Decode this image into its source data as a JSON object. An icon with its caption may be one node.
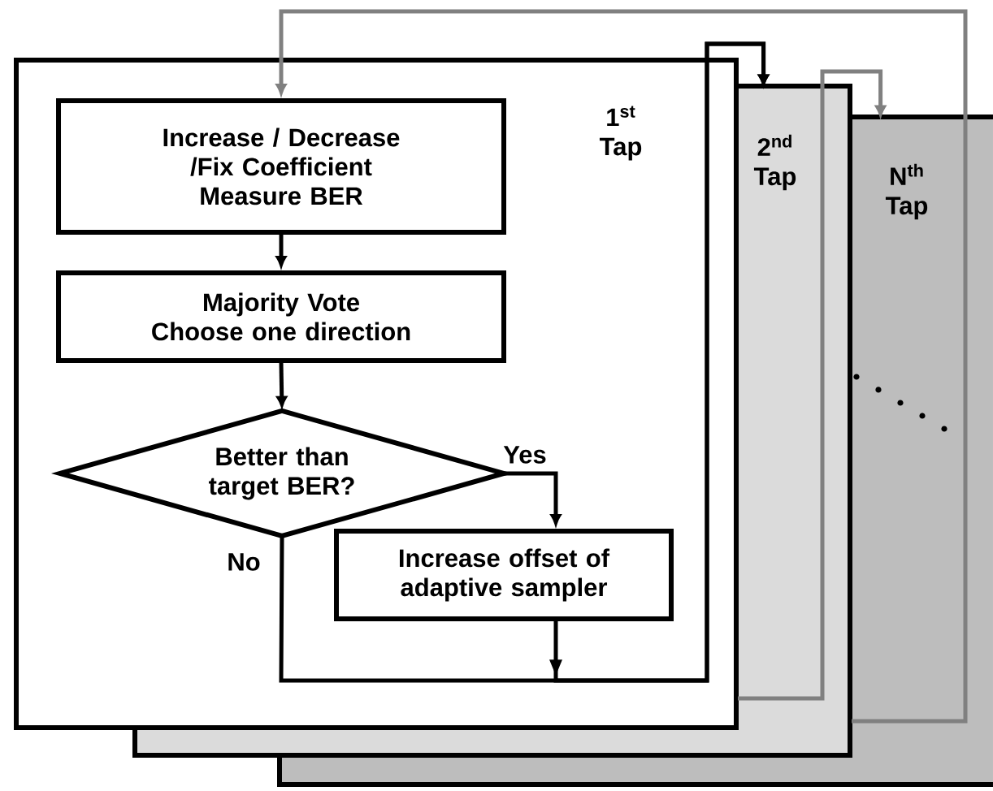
{
  "diagram": {
    "nodes": [
      {
        "text": [
          "1$^{st}$ Tap"
        ]
      },
      {
        "text": [
          "Increase / Decrease /Fix Coefficient",
          "Measure BER"
        ],
        "in": 0
      },
      {
        "text": [
          "Majority Vote",
          "Choose one direction"
        ],
        "in": 0
      },
      {
        "text": [
          "Better than target BER?"
        ],
        "in": 0
      },
      {
        "text": [
          "Increase offset of adaptive sampler"
        ],
        "in": 0
      },
      {
        "text": [
          "2$^{nd}$ Tap"
        ]
      },
      {
        "text": [
          "N$^{th}$ Tap"
        ]
      }
    ],
    "edges": [
      {
        "from": 1,
        "to": 2,
        "arrow": "to"
      },
      {
        "from": 2,
        "to": 3,
        "arrow": "to"
      },
      {
        "from": 3,
        "to": 4,
        "arrow": "to",
        "label": "Yes"
      },
      {
        "from": 3,
        "to": 5,
        "arrow": "to",
        "label": "No"
      },
      {
        "from": 4,
        "to": 5,
        "arrow": "to"
      },
      {
        "from": 5,
        "to": 6,
        "arrow": "to",
        "color": "#808080"
      },
      {
        "from": 6,
        "to": 1,
        "arrow": "to",
        "color": "#808080"
      }
    ]
  }
}
